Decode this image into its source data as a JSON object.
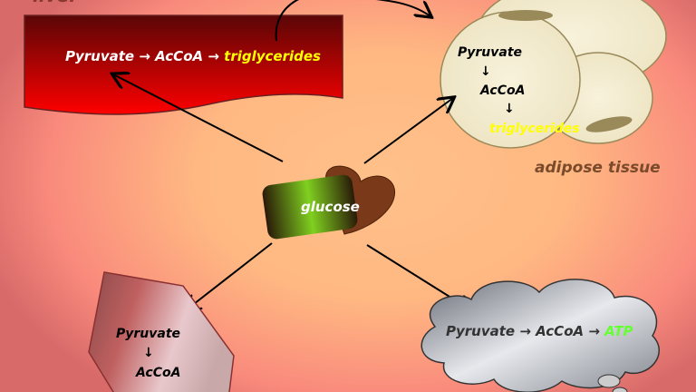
{
  "liver": {
    "label": "liver",
    "pyruvate": "Pyruvate",
    "arrow": "→",
    "accoa": "AcCoA",
    "product": "triglycerides"
  },
  "adipose": {
    "label": "adipose tissue",
    "pyruvate": "Pyruvate",
    "arrow": "↓",
    "accoa": "AcCoA",
    "product": "triglycerides"
  },
  "center": {
    "label": "glucose"
  },
  "muscle": {
    "pyruvate": "Pyruvate",
    "arrow": "↓",
    "accoa": "AcCoA"
  },
  "cloud": {
    "pyruvate": "Pyruvate",
    "arrow": "→",
    "accoa": "AcCoA",
    "product": "ATP"
  },
  "colors": {
    "triglycerides": "#ffff00",
    "atp": "#66ff33",
    "liver": "#e00000"
  }
}
